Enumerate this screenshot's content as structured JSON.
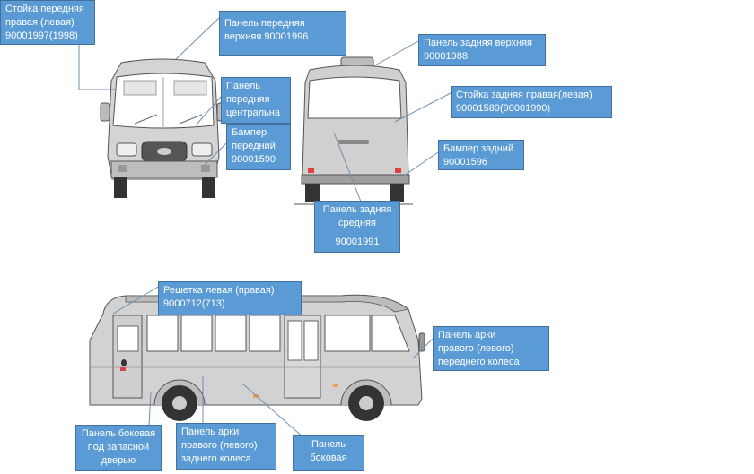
{
  "colors": {
    "label_fill": "#5b9bd5",
    "label_text": "#ffffff",
    "bus_body": "#c8c8c8",
    "bus_dark": "#7a7a7a",
    "window": "#ffffff",
    "light_orange": "#f0a050",
    "light_red": "#e04040",
    "leader_line": "#6f8fb0"
  },
  "labels": {
    "front_pillar": {
      "lines": [
        "Стойка передняя",
        "правая (левая)",
        "90001997(1998)"
      ]
    },
    "front_upper": {
      "lines": [
        "Панель передняя",
        "верхняя 90001996"
      ]
    },
    "front_central": {
      "lines": [
        "Панель",
        "передняя",
        "центральна"
      ]
    },
    "front_bumper": {
      "lines": [
        "Бампер",
        "передний",
        "90001590"
      ]
    },
    "rear_upper": {
      "lines": [
        "Панель задняя верхняя",
        "90001988"
      ]
    },
    "rear_pillar": {
      "lines": [
        "Стойка задняя правая(левая)",
        "90001589(90001990)"
      ]
    },
    "rear_bumper": {
      "lines": [
        "Бампер задний",
        "90001596"
      ]
    },
    "rear_middle": {
      "lines": [
        "Панель задняя",
        "средняя",
        "90001991"
      ]
    },
    "grille": {
      "lines": [
        "Решетка левая (правая)",
        "9000712(713)"
      ]
    },
    "front_arch": {
      "lines": [
        "Панель арки",
        "правого (левого)",
        "переднего колеса"
      ]
    },
    "spare_door": {
      "lines": [
        "Панель боковая",
        "под запасной",
        "дверью"
      ]
    },
    "rear_arch": {
      "lines": [
        "Панель арки",
        "правого (левого)",
        "заднего колеса"
      ]
    },
    "side_panel": {
      "lines": [
        "Панель",
        "боковая"
      ]
    }
  }
}
